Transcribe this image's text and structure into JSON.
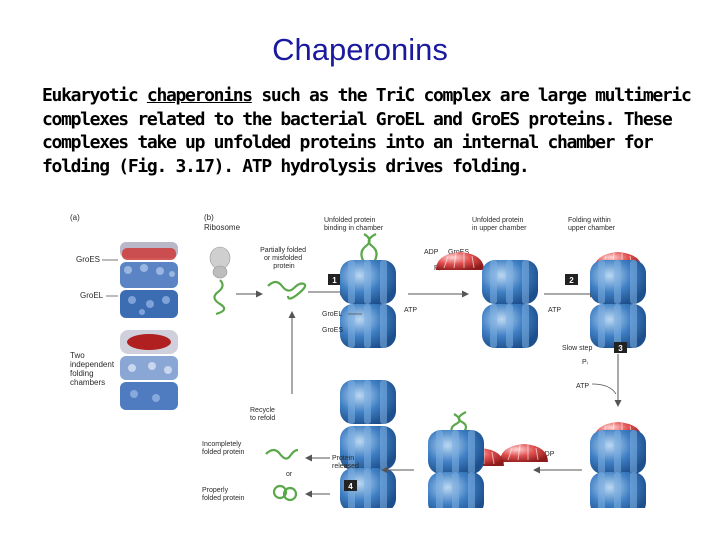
{
  "slide": {
    "title": "Chaperonins",
    "text_before_link": "Eukaryotic ",
    "text_link": "chaperonins",
    "text_after_link": " such as the TriC complex are large multimeric complexes related to the bacterial GroEL and GroES proteins. These complexes take up unfolded proteins into an internal chamber for folding (Fig. 3.17). ATP hydrolysis drives folding."
  },
  "figure": {
    "panel_a": "(a)",
    "panel_b": "(b)",
    "groes": "GroES",
    "groel": "GroEL",
    "two_chambers": [
      "Two",
      "independent",
      "folding",
      "chambers"
    ],
    "ribosome": "Ribosome",
    "partially_folded": [
      "Partially folded",
      "or misfolded",
      "protein"
    ],
    "unfolded_binding": [
      "Unfolded protein",
      "binding in chamber"
    ],
    "unfolded_upper": [
      "Unfolded protein",
      "in upper chamber"
    ],
    "folding_within": [
      "Folding within",
      "upper chamber"
    ],
    "adp": "ADP",
    "groes_top": "GroES",
    "pi": "Pᵢ",
    "atp_1": "ATP",
    "atp_2": "ATP",
    "atp_3": "ATP",
    "groel_mid": "GroEL",
    "groes_mid": "GroES",
    "slow_step": "Slow step",
    "pi_2": "Pᵢ",
    "recycle": [
      "Recycle",
      "to refold"
    ],
    "incompletely": [
      "Incompletely",
      "folded protein"
    ],
    "or": "or",
    "properly": [
      "Properly",
      "folded protein"
    ],
    "protein_released": [
      "Protein",
      "released"
    ],
    "adp_bottom": "ADP",
    "steps": [
      "1",
      "2",
      "3",
      "4"
    ],
    "colors": {
      "groel": "#3f7fc4",
      "groes": "#d94a4a",
      "protein": "#5aa84a",
      "step_box": "#222222"
    }
  }
}
